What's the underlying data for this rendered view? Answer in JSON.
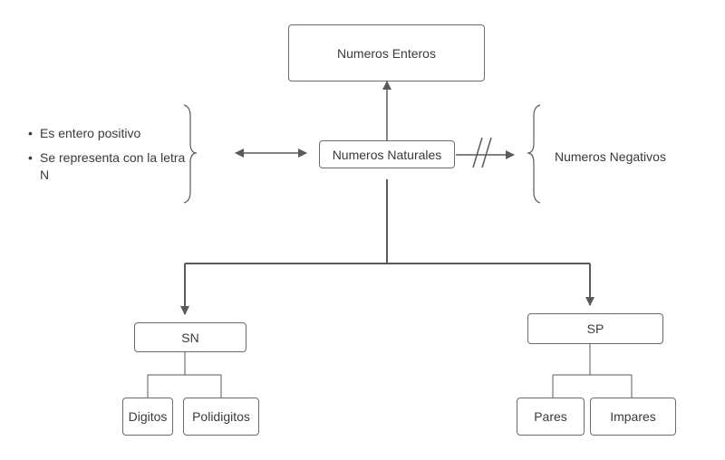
{
  "nodes": {
    "enteros": "Numeros Enteros",
    "naturales": "Numeros Naturales",
    "negativos": "Numeros Negativos",
    "sn": "SN",
    "sp": "SP",
    "digitos": "Digitos",
    "polidigitos": "Polidigitos",
    "pares": "Pares",
    "impares": "Impares"
  },
  "bullets": [
    "Es entero positivo",
    "Se representa con la letra N"
  ],
  "bullet_glyph": "•",
  "colors": {
    "line": "#5a5a5a",
    "border": "#6b6b6b",
    "text": "#3a3a3a"
  }
}
